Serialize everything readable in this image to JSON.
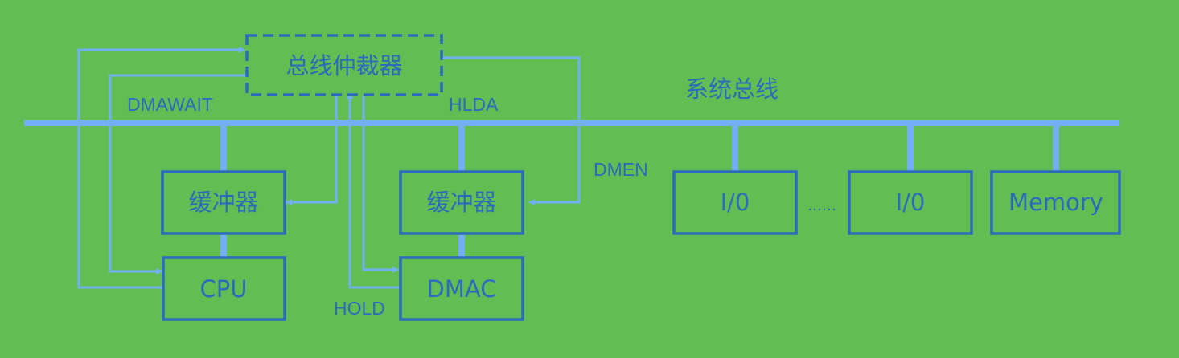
{
  "colors": {
    "background": "#62bd52",
    "box_border": "#2b6bbd",
    "text": "#2b6bbd",
    "bus_and_lines": "#74aef5"
  },
  "bus": {
    "label": "系统总线"
  },
  "arbiter": {
    "label": "总线仲裁器"
  },
  "boxes": {
    "buffer_left": "缓冲器",
    "buffer_mid": "缓冲器",
    "cpu": "CPU",
    "dmac": "DMAC",
    "io_1": "I/0",
    "io_2": "I/0",
    "memory": "Memory"
  },
  "ellipsis": "……",
  "signals": {
    "dmawait": "DMAWAIT",
    "hlda": "HLDA",
    "dmen": "DMEN",
    "hold": "HOLD"
  }
}
